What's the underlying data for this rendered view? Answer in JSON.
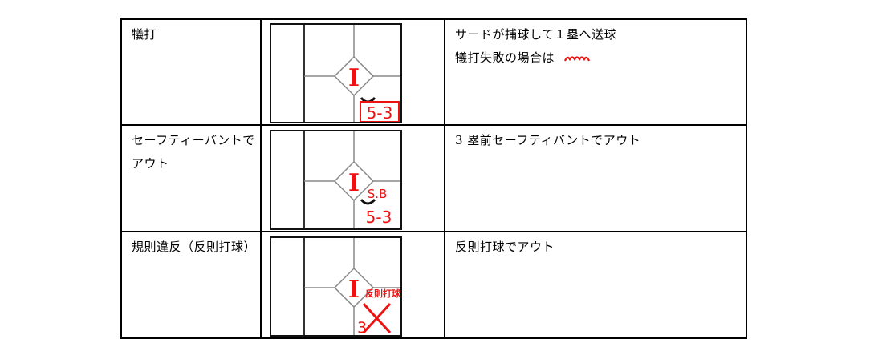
{
  "document": {
    "rows": [
      {
        "name": "犠打",
        "desc_lines": [
          "サードが捕球して１塁へ送球",
          "犠打失敗の場合は"
        ],
        "desc_mark": "red-wavy-underline",
        "figure": {
          "center_mark": "I",
          "play": "5-3",
          "play_boxed": true,
          "annotation": "",
          "arc_mark": "sacrifice-arc"
        }
      },
      {
        "name": "セーフティーバントでアウト",
        "desc_lines": [
          "3 塁前セーフティバントでアウト"
        ],
        "figure": {
          "center_mark": "I",
          "play": "5-3",
          "play_boxed": false,
          "annotation": "S.B",
          "arc_mark": "sacrifice-arc"
        }
      },
      {
        "name": "規則違反（反則打球）",
        "desc_lines": [
          "反則打球でアウト"
        ],
        "figure": {
          "center_mark": "I",
          "play": "3",
          "play_boxed": false,
          "annotation": "反則打球",
          "cross_mark": "red-x"
        }
      }
    ],
    "colors": {
      "border": "#000000",
      "grid": "#888888",
      "accent_red": "#ee1111"
    }
  }
}
